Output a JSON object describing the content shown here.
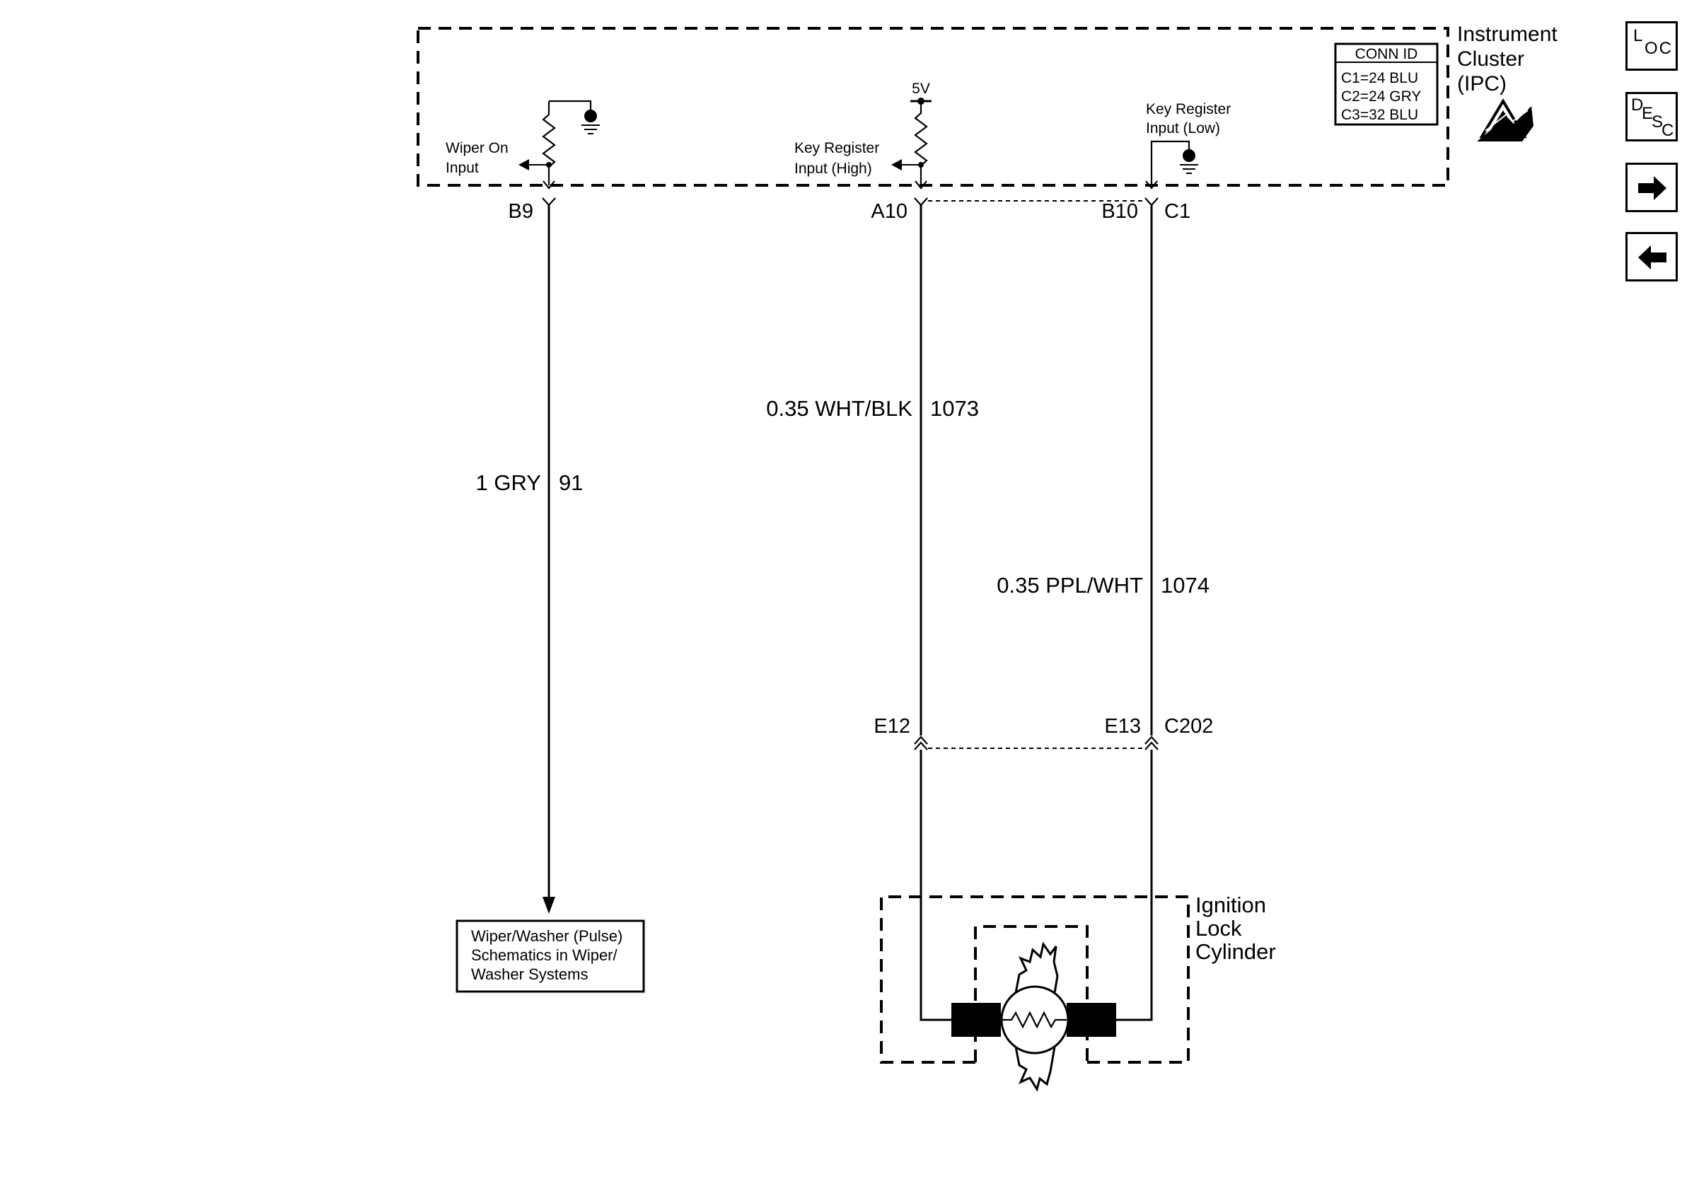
{
  "ipc": {
    "title_lines": [
      "Instrument",
      "Cluster",
      "(IPC)"
    ],
    "conn_id": {
      "header": "CONN ID",
      "rows": [
        "C1=24 BLU",
        "C2=24 GRY",
        "C3=32 BLU"
      ]
    }
  },
  "inputs": {
    "wiper_on": [
      "Wiper On",
      "Input"
    ],
    "key_high": [
      "Key Register",
      "Input (High)"
    ],
    "key_low": [
      "Key Register",
      "Input (Low)"
    ],
    "voltage": "5V"
  },
  "pins": {
    "b9": "B9",
    "a10": "A10",
    "b10": "B10",
    "c1": "C1",
    "e12": "E12",
    "e13": "E13",
    "c202": "C202"
  },
  "wires": {
    "w91": {
      "spec": "1 GRY",
      "circuit": "91"
    },
    "w1073": {
      "spec": "0.35 WHT/BLK",
      "circuit": "1073"
    },
    "w1074": {
      "spec": "0.35 PPL/WHT",
      "circuit": "1074"
    }
  },
  "wiper_box": [
    "Wiper/Washer (Pulse)",
    "Schematics in Wiper/",
    "Washer Systems"
  ],
  "ignition": [
    "Ignition",
    "Lock",
    "Cylinder"
  ],
  "nav": {
    "loc": {
      "main": "L",
      "sub": "OC"
    },
    "desc": {
      "main": "D",
      "sub1": "E",
      "sub2": "S",
      "sub3": "C"
    }
  }
}
